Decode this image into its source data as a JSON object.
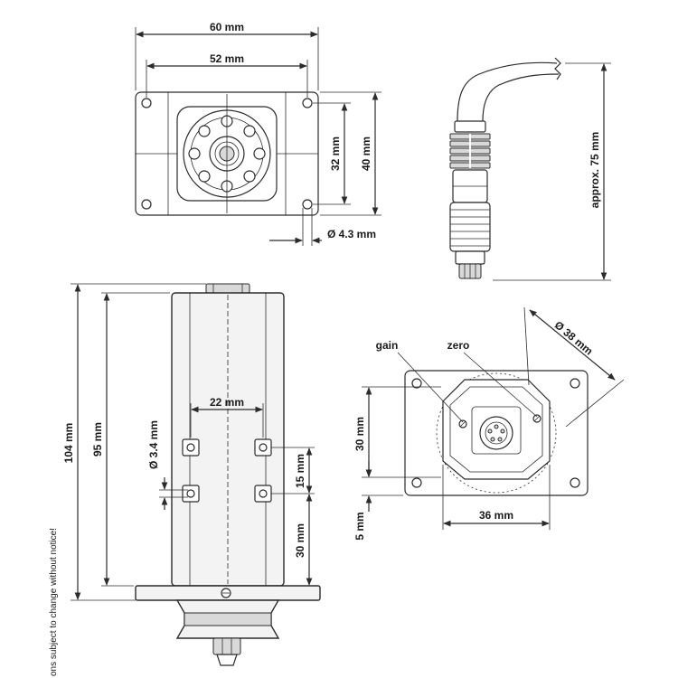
{
  "top_view": {
    "width_outer": "60 mm",
    "width_inner": "52 mm",
    "height_inner": "32 mm",
    "height_outer": "40 mm",
    "hole_diameter": "Ø 4.3 mm"
  },
  "cable": {
    "length": "approx. 75 mm"
  },
  "side_view": {
    "total_height": "104 mm",
    "body_height": "95 mm",
    "hole_spacing": "22 mm",
    "hole_diameter": "Ø 3.4 mm",
    "hole_pitch": "15 mm",
    "hole_offset": "30 mm"
  },
  "bottom_view": {
    "gain_label": "gain",
    "zero_label": "zero",
    "diameter": "Ø 38 mm",
    "height": "30 mm",
    "offset": "5 mm",
    "width": "36 mm"
  },
  "disclaimer": "ons subject to change without notice!"
}
